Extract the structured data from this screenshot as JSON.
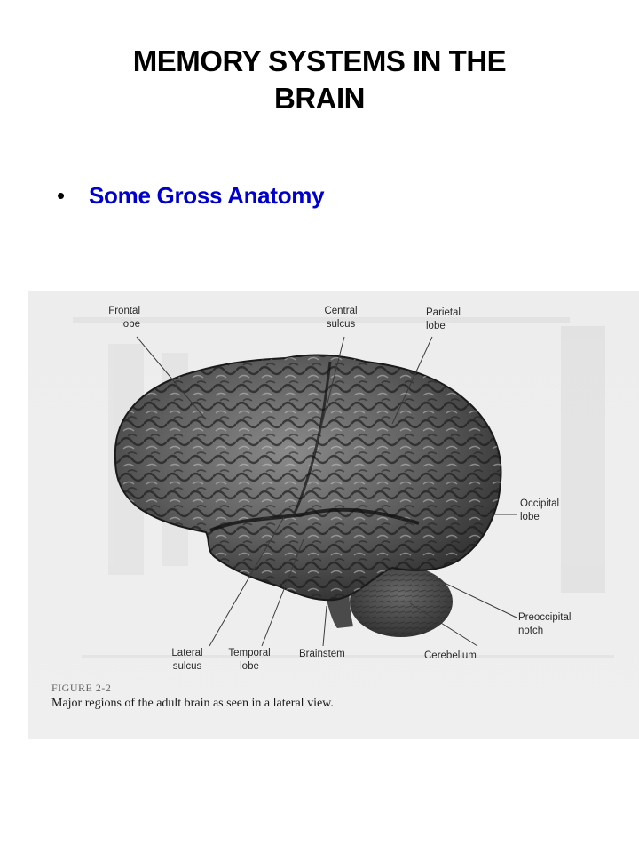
{
  "slide": {
    "title_line1": "MEMORY SYSTEMS IN THE",
    "title_line2": "BRAIN",
    "bullets": [
      {
        "marker": "•",
        "text": "Some Gross Anatomy",
        "color": "#0000cc"
      }
    ]
  },
  "figure": {
    "number": "FIGURE 2-2",
    "caption": "Major regions of the adult brain as seen in a lateral view.",
    "labels": {
      "frontal_lobe": [
        "Frontal",
        "lobe"
      ],
      "central_sulcus": [
        "Central",
        "sulcus"
      ],
      "parietal_lobe": [
        "Parietal",
        "lobe"
      ],
      "occipital_lobe": [
        "Occipital",
        "lobe"
      ],
      "preoccipital_notch": [
        "Preoccipital",
        "notch"
      ],
      "lateral_sulcus": [
        "Lateral",
        "sulcus"
      ],
      "temporal_lobe": [
        "Temporal",
        "lobe"
      ],
      "brainstem": [
        "Brainstem"
      ],
      "cerebellum": [
        "Cerebellum"
      ]
    }
  }
}
